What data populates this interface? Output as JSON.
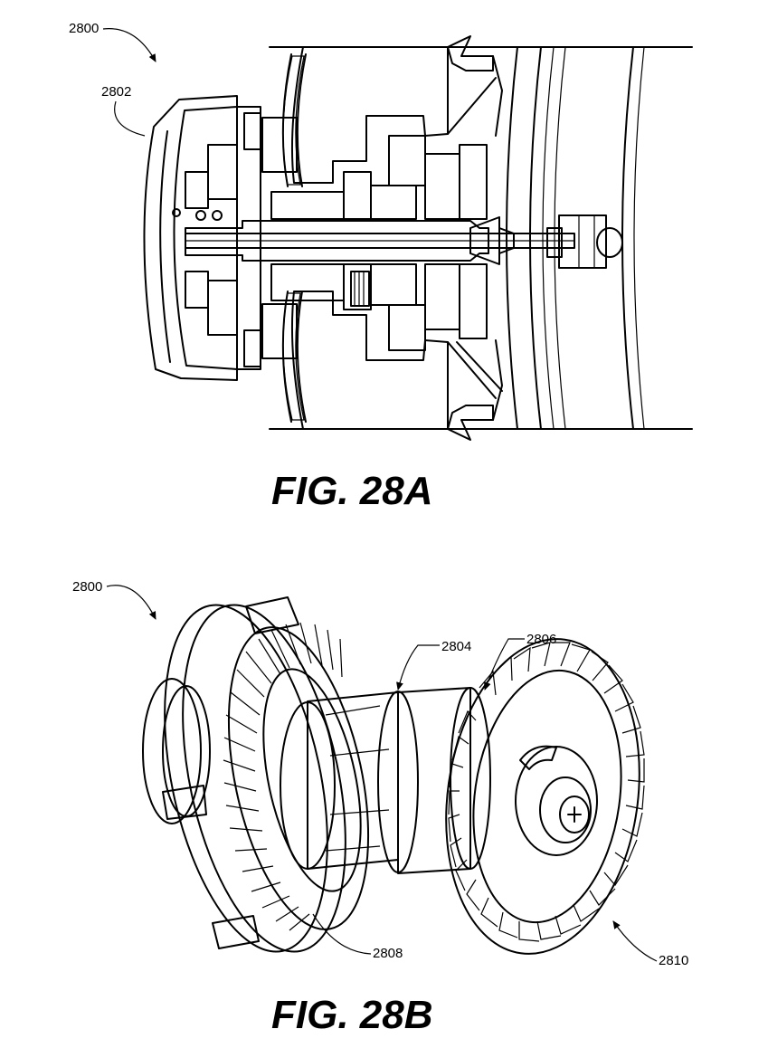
{
  "figure_a": {
    "caption": "FIG. 28A",
    "ref_assembly": "2800",
    "ref_housing": "2802"
  },
  "figure_b": {
    "caption": "FIG. 28B",
    "ref_assembly": "2800",
    "ref_shaft": "2804",
    "ref_gear_front": "2806",
    "ref_ring_gear": "2808",
    "ref_gear_rear": "2810"
  }
}
